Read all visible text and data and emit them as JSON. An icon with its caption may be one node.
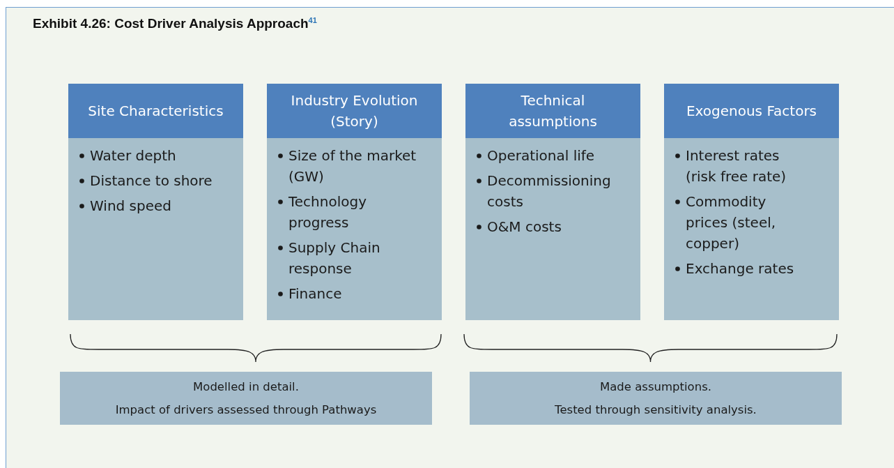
{
  "diagram": {
    "title": "Exhibit 4.26: Cost Driver Analysis Approach$^{41}$",
    "nodes": [
      {
        "text": [
          "Site Characteristics",
          "Water depth",
          "Distance to shore",
          "Wind speed"
        ]
      },
      {
        "text": [
          "Industry Evolution (Story)",
          "Size of the market (GW)",
          "Technology progress",
          "Supply Chain response",
          "Finance"
        ]
      },
      {
        "text": [
          "Technical assumptions",
          "Operational life",
          "Decommissioning costs",
          "O&M costs"
        ]
      },
      {
        "text": [
          "Exogenous Factors",
          "Interest rates (risk free rate)",
          "Commodity prices (steel, copper)",
          "Exchange rates"
        ]
      },
      {
        "text": [
          "Modelled in detail.",
          "Impact of drivers assessed through Pathways"
        ]
      },
      {
        "text": [
          "Made assumptions.",
          "Tested through sensitivity analysis."
        ]
      }
    ],
    "edges": []
  }
}
